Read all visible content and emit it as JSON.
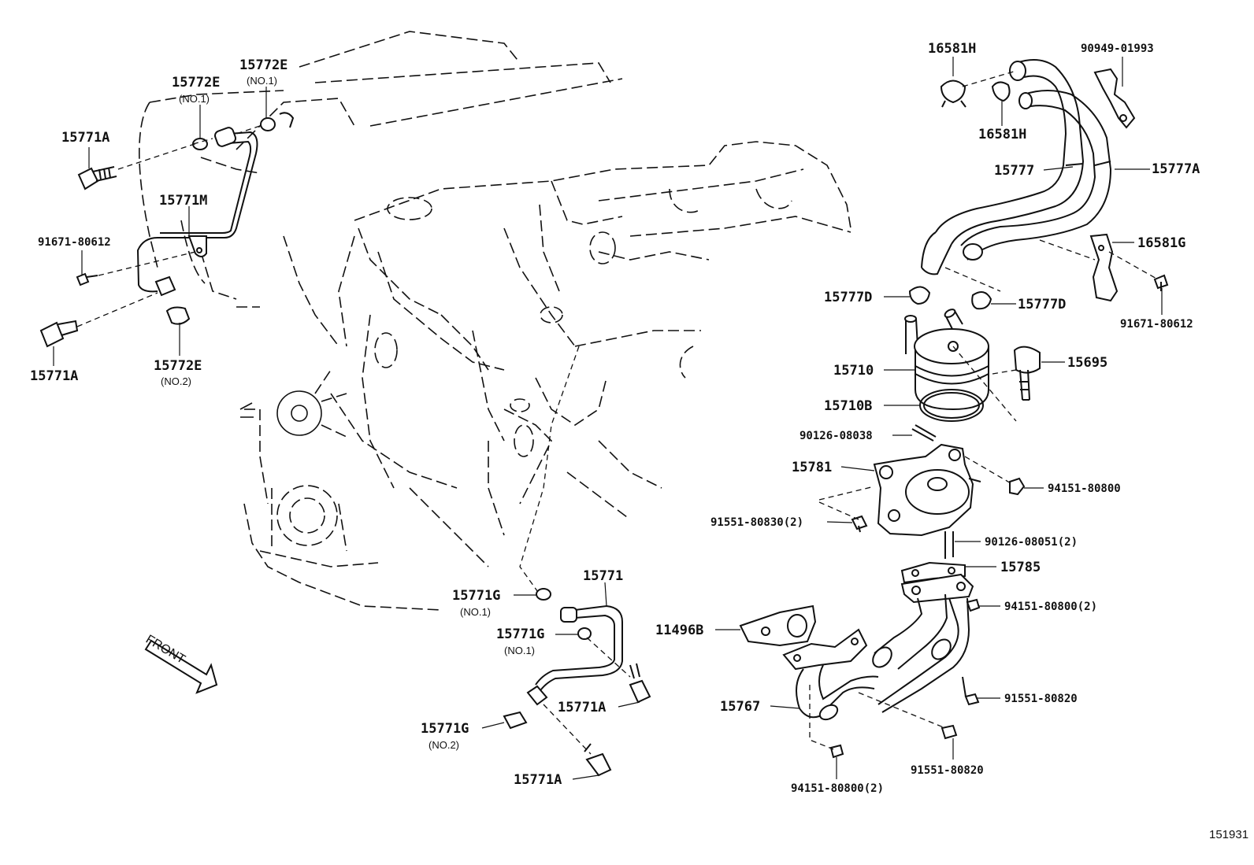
{
  "diagram_code": "151931",
  "front_label": "FRONT",
  "labels": {
    "p15772e_a": "15772E",
    "p15772e_a_sub": "(NO.1)",
    "p15772e_b": "15772E",
    "p15772e_b_sub": "(NO.1)",
    "p15771a_a": "15771A",
    "p15771m": "15771M",
    "p91671_a": "91671-80612",
    "p15771a_b": "15771A",
    "p15772e_c": "15772E",
    "p15772e_c_sub": "(NO.2)",
    "p16581h_a": "16581H",
    "p16581h_b": "16581H",
    "p90949": "90949-01993",
    "p15777": "15777",
    "p15777a": "15777A",
    "p16581g": "16581G",
    "p91671_b": "91671-80612",
    "p15777d_a": "15777D",
    "p15777d_b": "15777D",
    "p15710": "15710",
    "p15695": "15695",
    "p15710b": "15710B",
    "p90126_a": "90126-08038",
    "p15781": "15781",
    "p94151_a": "94151-80800",
    "p91551_a": "91551-80830(2)",
    "p90126_b": "90126-08051(2)",
    "p15785": "15785",
    "p94151_b": "94151-80800(2)",
    "p11496b": "11496B",
    "p91551_b": "91551-80820",
    "p15767": "15767",
    "p91551_c": "91551-80820",
    "p94151_c": "94151-80800(2)",
    "p15771": "15771",
    "p15771g_a": "15771G",
    "p15771g_a_sub": "(NO.1)",
    "p15771g_b": "15771G",
    "p15771g_b_sub": "(NO.1)",
    "p15771a_c": "15771A",
    "p15771g_c": "15771G",
    "p15771g_c_sub": "(NO.2)",
    "p15771a_d": "15771A"
  }
}
